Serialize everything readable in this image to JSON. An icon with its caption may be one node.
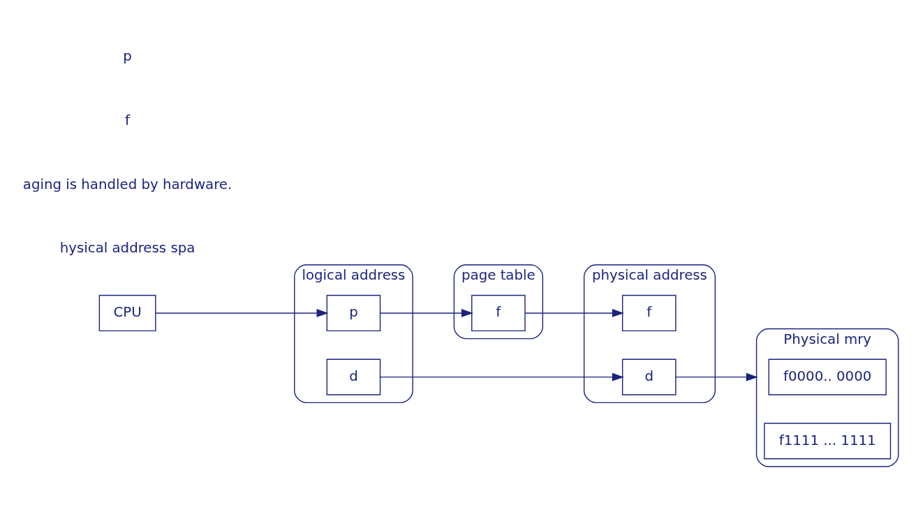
{
  "diagram": {
    "nodes": [
      {
        "text": [
          "CPU"
        ]
      },
      {
        "text": [
          "logical address"
        ]
      },
      {
        "text": [
          "p"
        ],
        "in": 1
      },
      {
        "text": [
          "d"
        ],
        "in": 1
      },
      {
        "text": [
          "physical address"
        ]
      },
      {
        "text": [
          "f"
        ],
        "in": 4
      },
      {
        "text": [
          "d"
        ],
        "in": 4
      },
      {
        "text": [
          "page table"
        ]
      },
      {
        "text": [
          "f"
        ],
        "in": 7
      },
      {
        "text": [
          "Physical mry"
        ]
      },
      {
        "text": [
          "f0000.. 0000"
        ],
        "in": 9
      },
      {
        "text": [
          "f1111 ... 1111"
        ],
        "in": 9
      }
    ],
    "edges": [
      {
        "from": 0,
        "to": 2,
        "arrow": "to"
      },
      {
        "from": 3,
        "to": 6,
        "arrow": "to"
      },
      {
        "from": 2,
        "to": 8,
        "arrow": "to"
      },
      {
        "from": 8,
        "to": 5,
        "arrow": "to"
      },
      {
        "from": 6,
        "to": 9,
        "arrow": "to"
      }
    ],
    "labels": [
      "hysical address spa",
      "aging is handled by hardware.",
      "f",
      "p"
    ]
  }
}
